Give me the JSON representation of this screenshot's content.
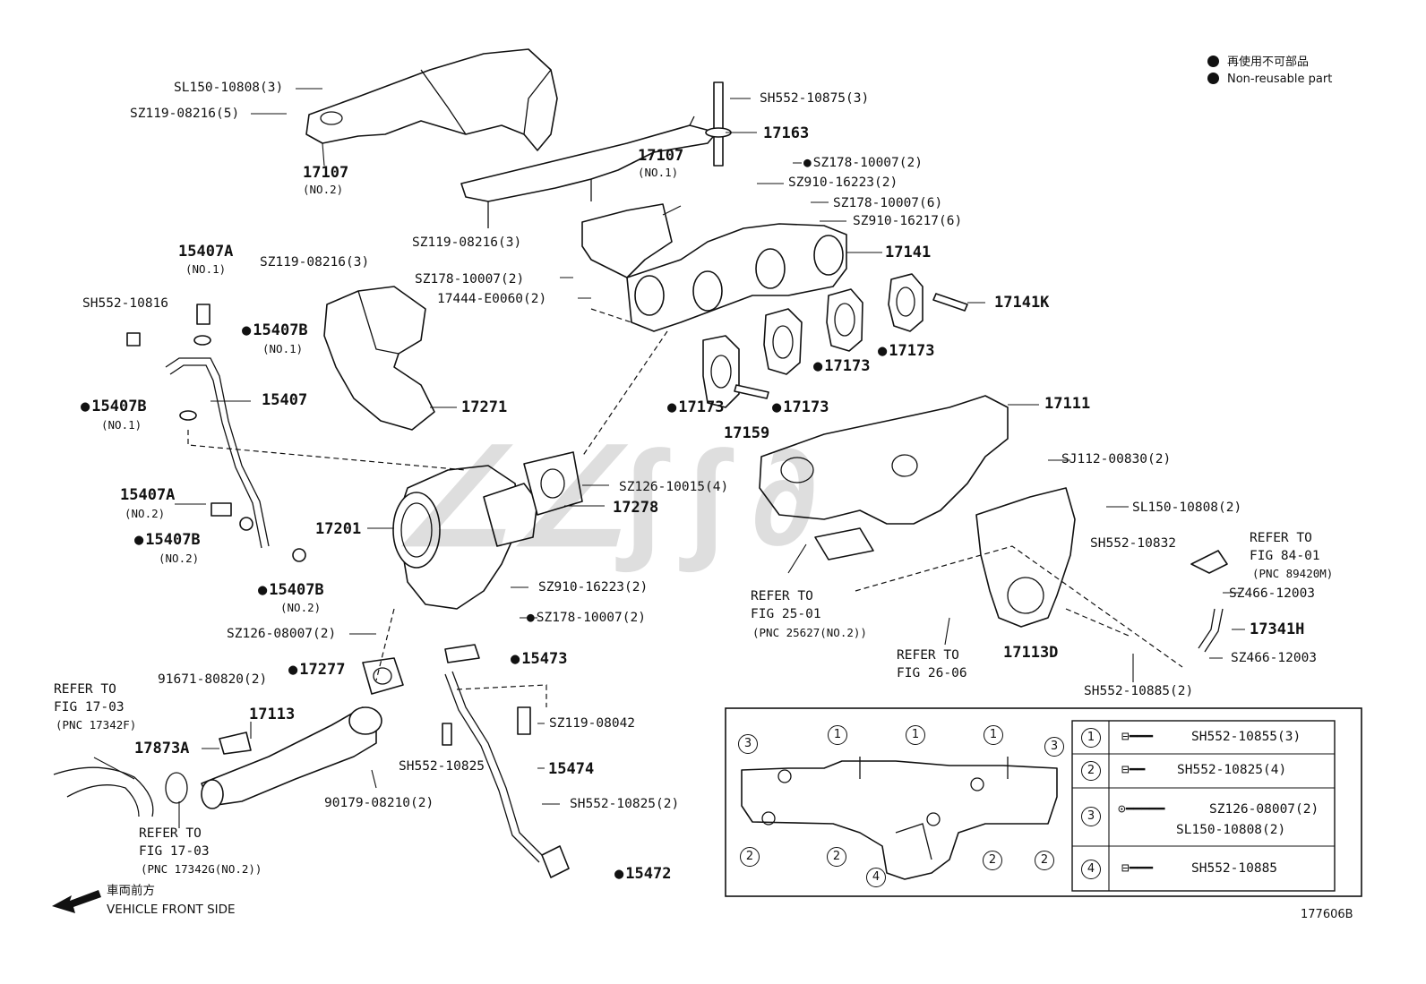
{
  "legend": {
    "non_reusable_jp": "再使用不可部品",
    "non_reusable_en": "Non-reusable part"
  },
  "labels": {
    "sl150_10808_3": "SL150-10808(3)",
    "sz119_08216_5": "SZ119-08216(5)",
    "p17107": "17107",
    "no2": "(NO.2)",
    "no1": "(NO.1)",
    "sh552_10875_3": "SH552-10875(3)",
    "p17163": "17163",
    "sz178_10007_2": "SZ178-10007(2)",
    "sz910_16223_2": "SZ910-16223(2)",
    "sz178_10007_6": "SZ178-10007(6)",
    "sz910_16217_6": "SZ910-16217(6)",
    "sz119_08216_3": "SZ119-08216(3)",
    "p17141": "17141",
    "p15407A": "15407A",
    "sh552_10816": "SH552-10816",
    "p15407B": "15407B",
    "p15407": "15407",
    "sz178_10007_2b": "SZ178-10007(2)",
    "p17444": "17444-E0060(2)",
    "p17141K": "17141K",
    "p17173": "17173",
    "p17271": "17271",
    "p17159": "17159",
    "p17111": "17111",
    "sj112_00830_2": "SJ112-00830(2)",
    "sz126_10015_4": "SZ126-10015(4)",
    "p17278": "17278",
    "p17201": "17201",
    "sl150_10808_2": "SL150-10808(2)",
    "sh552_10832": "SH552-10832",
    "refer_to": "REFER TO",
    "fig_84_01": "FIG 84-01",
    "pnc_89420m": "(PNC 89420M)",
    "sz466_12003": "SZ466-12003",
    "p17341H": "17341H",
    "fig_25_01": "FIG 25-01",
    "pnc_25627": "(PNC 25627(NO.2))",
    "fig_26_06": "FIG 26-06",
    "p17113D": "17113D",
    "sh552_10885_2": "SH552-10885(2)",
    "sz910_16223_2b": "SZ910-16223(2)",
    "sz178_10007_2c": "SZ178-10007(2)",
    "sz126_08007_2": "SZ126-08007(2)",
    "p15473": "15473",
    "p17277": "17277",
    "fig_17_03": "FIG 17-03",
    "pnc_17342f": "(PNC 17342F)",
    "p91671": "91671-80820(2)",
    "p17113": "17113",
    "p17873A": "17873A",
    "sz119_08042": "SZ119-08042",
    "sh552_10825": "SH552-10825",
    "p15474": "15474",
    "p90179": "90179-08210(2)",
    "sh552_10825_2": "SH552-10825(2)",
    "pnc_17342g": "(PNC 17342G(NO.2))",
    "p15472": "15472",
    "front_jp": "車両前方",
    "front_en": "VEHICLE FRONT SIDE",
    "fig_id": "177606B"
  },
  "table": [
    {
      "num": "1",
      "part": "SH552-10855(3)"
    },
    {
      "num": "2",
      "part": "SH552-10825(4)"
    },
    {
      "num": "3",
      "part": "SZ126-08007(2)",
      "part2": "SL150-10808(2)"
    },
    {
      "num": "4",
      "part": "SH552-10885"
    }
  ],
  "circle_nums": {
    "one": "1",
    "two": "2",
    "three": "3",
    "four": "4"
  }
}
